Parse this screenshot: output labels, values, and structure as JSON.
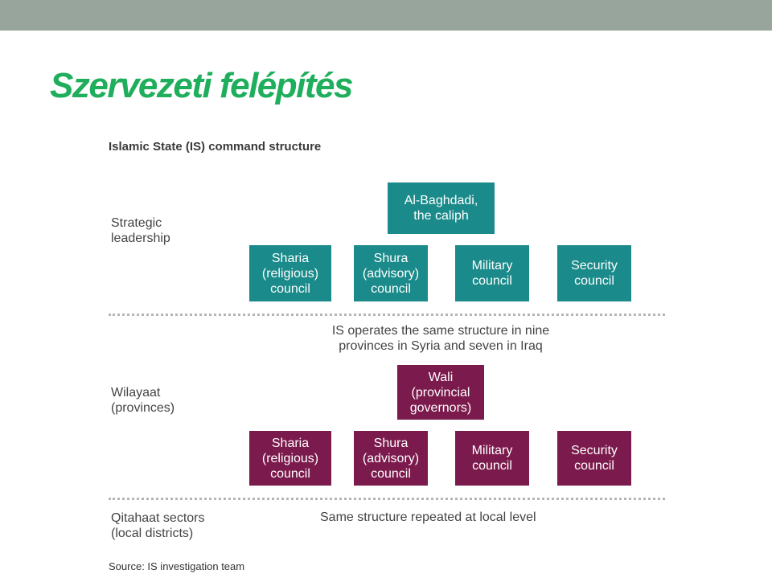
{
  "slide": {
    "title": "Szervezeti felépítés"
  },
  "diagram": {
    "title": "Islamic State (IS) command structure",
    "colors": {
      "strategic": "#1a8a8a",
      "provincial": "#7b1a4c",
      "slide_title": "#1fae5b",
      "top_bar": "#97a59c"
    },
    "levels": {
      "strategic": "Strategic\nleadership",
      "provinces": "Wilayaat\n(provinces)",
      "local": "Qitahaat sectors\n(local districts)"
    },
    "strategic_boxes": {
      "leader": "Al-Baghdadi,\nthe caliph",
      "councils": [
        "Sharia\n(religious)\ncouncil",
        "Shura\n(advisory)\ncouncil",
        "Military\ncouncil",
        "Security\ncouncil"
      ]
    },
    "provincial_note": "IS operates the same structure in nine\nprovinces in Syria and seven in Iraq",
    "provincial_boxes": {
      "leader": "Wali\n(provincial\ngovernors)",
      "councils": [
        "Sharia\n(religious)\ncouncil",
        "Shura\n(advisory)\ncouncil",
        "Military\ncouncil",
        "Security\ncouncil"
      ]
    },
    "local_note": "Same structure repeated at local level",
    "source": "Source: IS investigation team"
  }
}
